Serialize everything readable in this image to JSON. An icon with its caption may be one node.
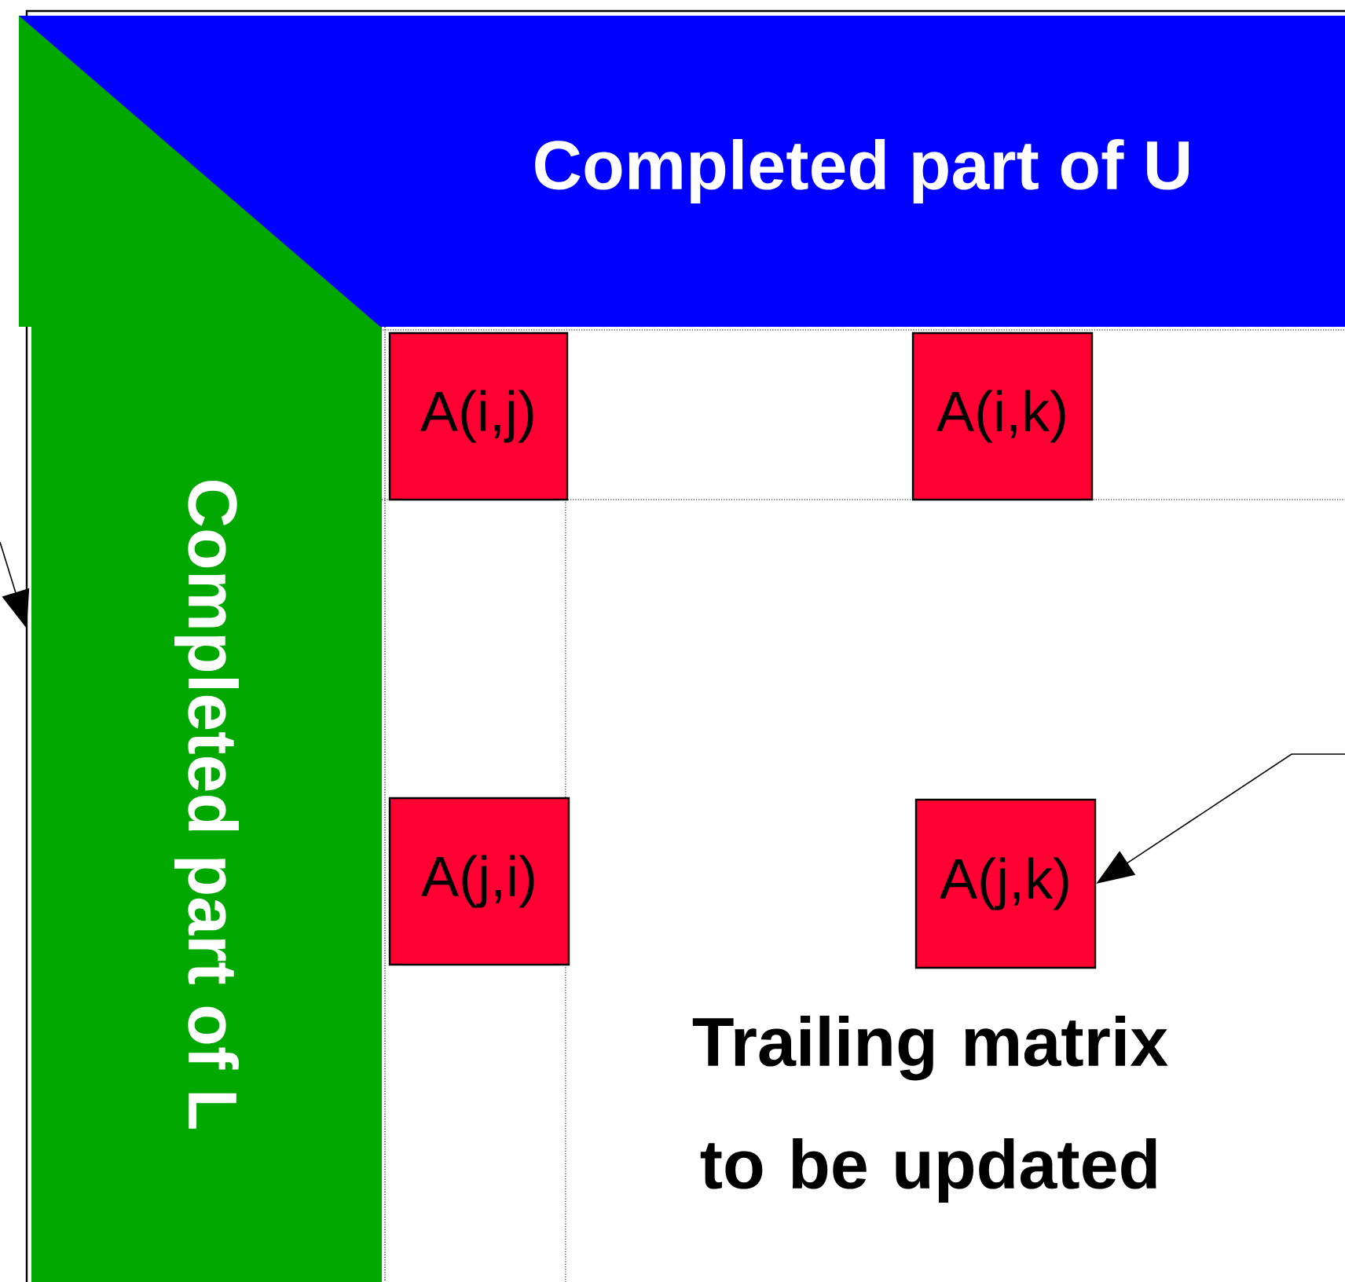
{
  "diagram": {
    "nodes": [
      {
        "text": [
          "Completed part of U"
        ]
      },
      {
        "text": [
          "Completed part of L"
        ]
      },
      {
        "text": [
          "A(i,j)"
        ]
      },
      {
        "text": [
          "A(i,k)"
        ]
      },
      {
        "text": [
          "A(j,i)"
        ]
      },
      {
        "text": [
          "A(j,k)"
        ]
      }
    ],
    "edges": [
      {
        "from": null,
        "to": 1,
        "arrow": "to"
      },
      {
        "from": null,
        "to": 5,
        "arrow": "to"
      }
    ],
    "labels": [
      "Trailing matrix to be updated"
    ]
  }
}
